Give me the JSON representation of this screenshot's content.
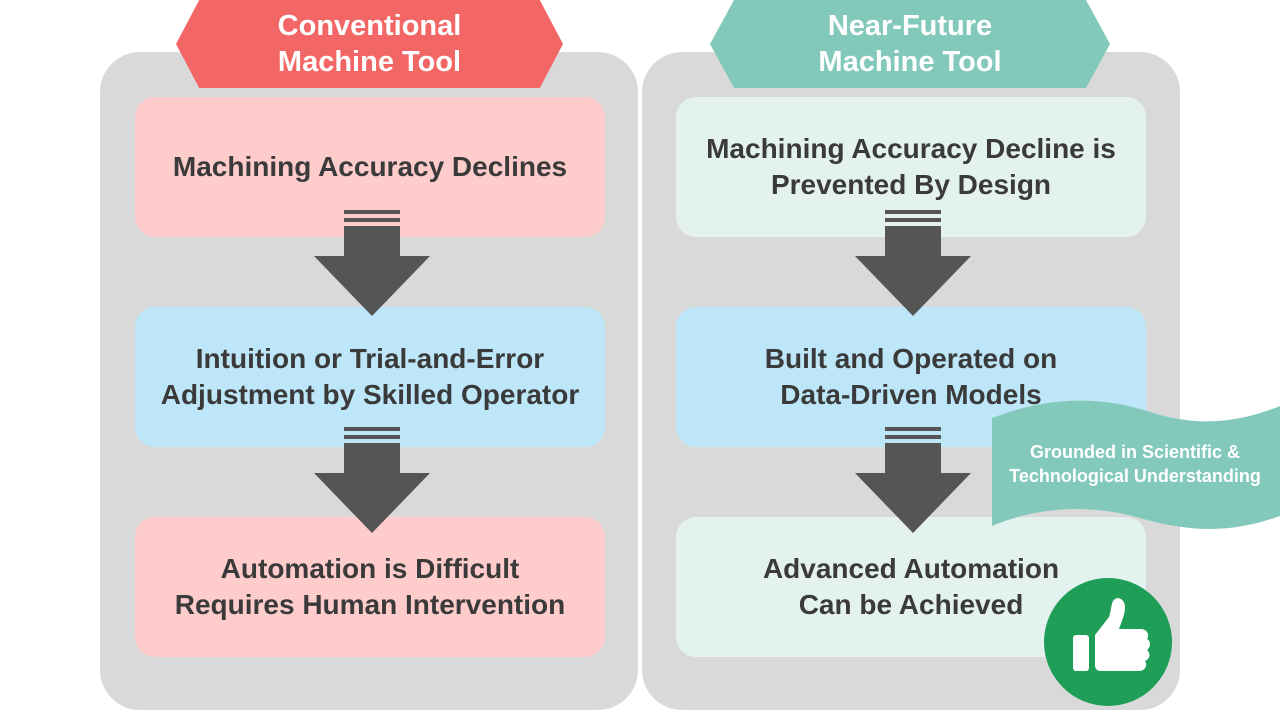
{
  "left": {
    "title_lines": [
      "Conventional",
      "Machine Tool"
    ],
    "box1_lines": [
      "Machining Accuracy Declines"
    ],
    "box2_lines": [
      "Intuition or Trial-and-Error",
      "Adjustment by Skilled Operator"
    ],
    "box3_lines": [
      "Automation is Difficult",
      "Requires Human Intervention"
    ]
  },
  "right": {
    "title_lines": [
      "Near-Future",
      "Machine Tool"
    ],
    "box1_lines": [
      "Machining Accuracy Decline is",
      "Prevented By Design"
    ],
    "box2_lines": [
      "Built and Operated on",
      "Data-Driven Models"
    ],
    "box3_lines": [
      "Advanced Automation",
      "Can be Achieved"
    ]
  },
  "ribbon": {
    "lines": [
      "Grounded in Scientific &",
      "Technological Understanding"
    ]
  },
  "icons": {
    "flow_arrow": "down-arrow-icon",
    "approval": "thumbs-up-icon"
  },
  "colors": {
    "left_banner": "#f26666",
    "right_banner": "#82c9bc",
    "pink_box": "#ffcccc",
    "blue_box": "#bde6f8",
    "mint_box": "#e3f2ef",
    "panel": "#d9d9d9",
    "arrow": "#555555",
    "thumb_circle": "#1e9e57"
  }
}
